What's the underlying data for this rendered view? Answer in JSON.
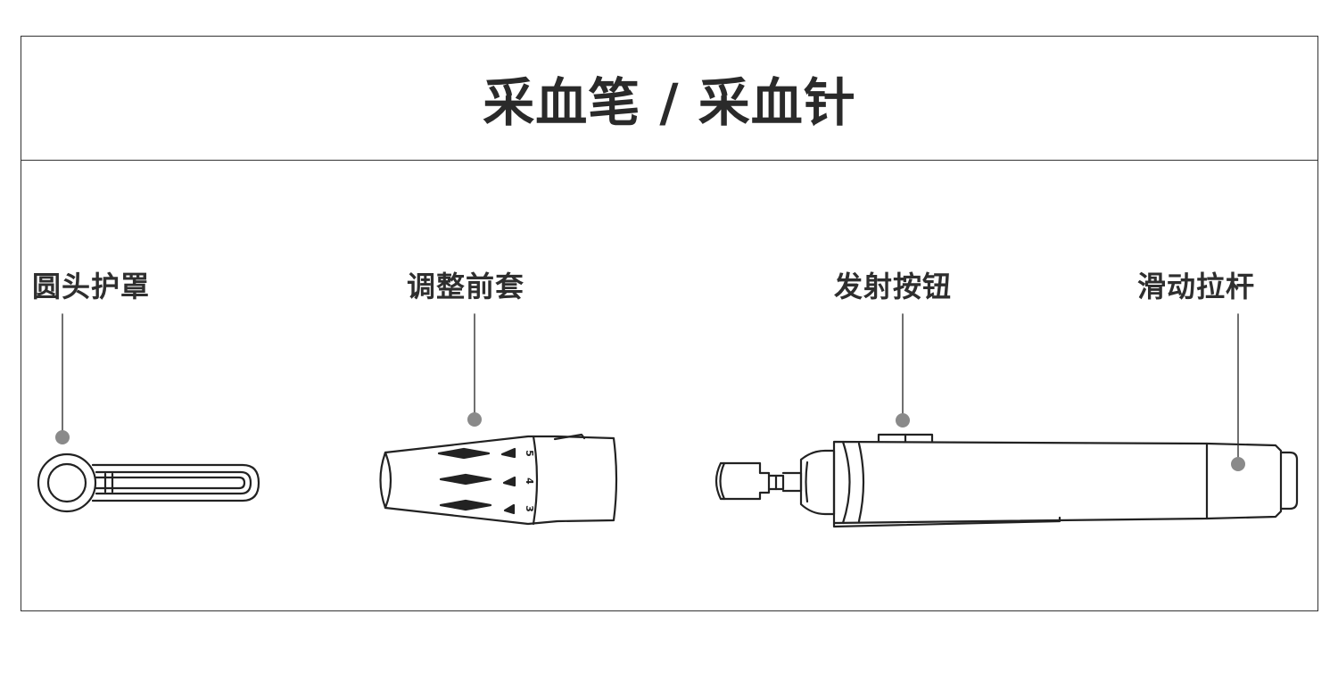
{
  "title": "采血笔 / 采血针",
  "labels": {
    "round_cap": "圆头护罩",
    "adjust_sleeve": "调整前套",
    "release_button": "发射按钮",
    "slide_rod": "滑动拉杆"
  },
  "depth_scale": [
    "5",
    "4",
    "3"
  ],
  "colors": {
    "line": "#222222",
    "dot": "#8a8a8a",
    "border": "#333333"
  }
}
